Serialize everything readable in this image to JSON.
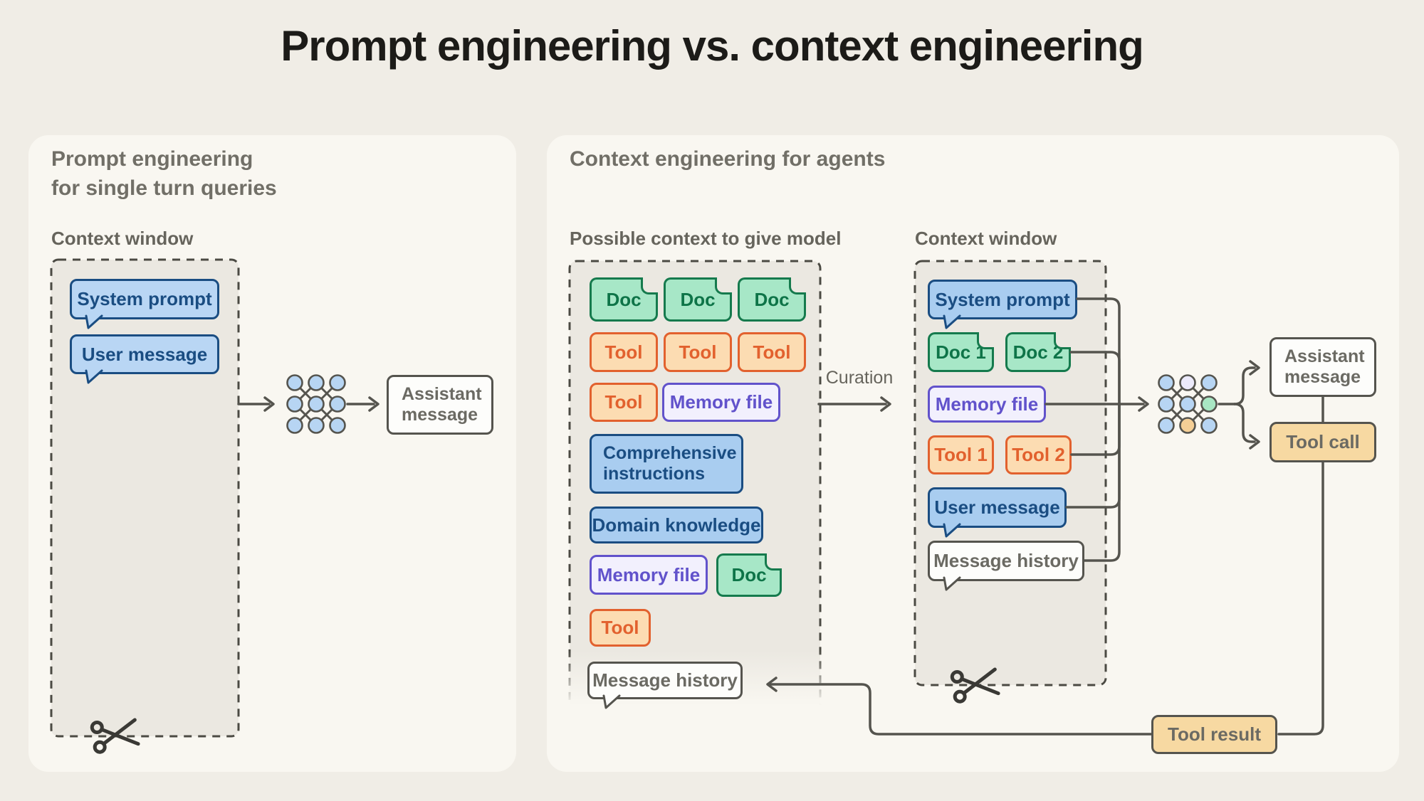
{
  "title": "Prompt engineering vs. context engineering",
  "left_panel": {
    "heading_line1": "Prompt engineering",
    "heading_line2": "for single turn queries",
    "context_window_label": "Context window",
    "system_prompt": "System prompt",
    "user_message": "User message",
    "assistant_message": "Assistant message"
  },
  "right_panel": {
    "heading": "Context engineering for agents",
    "possible_context_label": "Possible context to give model",
    "context_window_label": "Context window",
    "curation_label": "Curation",
    "possible_items": [
      {
        "type": "doc",
        "label": "Doc"
      },
      {
        "type": "doc",
        "label": "Doc"
      },
      {
        "type": "doc",
        "label": "Doc"
      },
      {
        "type": "tool",
        "label": "Tool"
      },
      {
        "type": "tool",
        "label": "Tool"
      },
      {
        "type": "tool",
        "label": "Tool"
      },
      {
        "type": "tool",
        "label": "Tool"
      },
      {
        "type": "memory",
        "label": "Memory file"
      },
      {
        "type": "instructions",
        "label": "Comprehensive instructions"
      },
      {
        "type": "knowledge",
        "label": "Domain knowledge"
      },
      {
        "type": "memory",
        "label": "Memory file"
      },
      {
        "type": "doc",
        "label": "Doc"
      },
      {
        "type": "tool",
        "label": "Tool"
      },
      {
        "type": "history",
        "label": "Message history"
      }
    ],
    "window_items": [
      {
        "type": "system-prompt",
        "label": "System prompt"
      },
      {
        "type": "doc",
        "label": "Doc 1"
      },
      {
        "type": "doc",
        "label": "Doc 2"
      },
      {
        "type": "memory",
        "label": "Memory file"
      },
      {
        "type": "tool",
        "label": "Tool 1"
      },
      {
        "type": "tool",
        "label": "Tool 2"
      },
      {
        "type": "user-message",
        "label": "User message"
      },
      {
        "type": "history",
        "label": "Message history"
      }
    ],
    "assistant_message": "Assistant message",
    "tool_call": "Tool call",
    "tool_result": "Tool result"
  },
  "model_icon": {
    "left_nodes": [
      "blue",
      "blue",
      "blue",
      "blue",
      "blue",
      "blue",
      "blue",
      "blue",
      "blue"
    ],
    "right_nodes": [
      "blue",
      "lavender",
      "blue",
      "blue",
      "blue",
      "green",
      "blue",
      "orange",
      "blue"
    ]
  },
  "colors": {
    "page-bg": "#f0ede6",
    "card-bg": "#f9f7f1",
    "panel-fill": "#ebe8e1",
    "dash": "#4b4a43",
    "line": "#55544e",
    "text-gray": "#6b6a63",
    "heading-gray": "#716f67",
    "blue1": "#b9d6f4",
    "blue2": "#a9cdf0",
    "blue-bd": "#1a4d82",
    "green-fill": "#a7e7c7",
    "green-bd": "#157a4d",
    "green-text": "#0e7448",
    "orange-fill": "#fcdcb2",
    "orange-bd": "#e2612e",
    "purple-fill": "#f2f0fd",
    "purple-bd": "#6152cb",
    "tan-fill": "#f7d9a2",
    "white-fill": "#fdfdfb",
    "node-blue": "#b7d5f3",
    "node-green": "#a8e6c3",
    "node-orange": "#f5cf96",
    "node-lav": "#eceafb"
  }
}
